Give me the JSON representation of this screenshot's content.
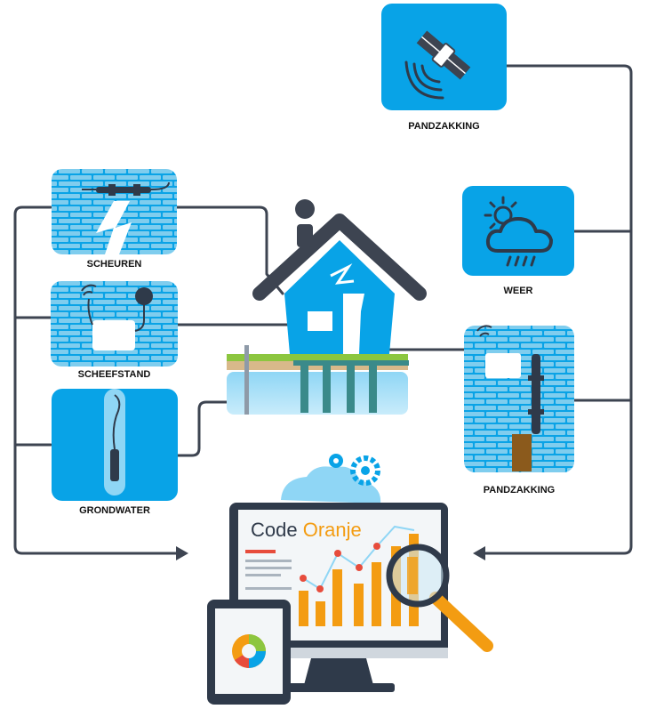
{
  "colors": {
    "accent": "#00a6ea",
    "connector": "#3d4451",
    "brick": "#7fcdee",
    "orange": "#f39c12",
    "dark": "#2f3a4a"
  },
  "nodes": {
    "satellite": {
      "label": "PANDZAKKING",
      "icon": "satellite-icon"
    },
    "crack": {
      "label": "SCHEUREN",
      "icon": "crack-sensor-icon"
    },
    "tilt": {
      "label": "SCHEEFSTAND",
      "icon": "tilt-sensor-icon"
    },
    "groundwater": {
      "label": "GRONDWATER",
      "icon": "groundwater-sensor-icon"
    },
    "weather": {
      "label": "WEER",
      "icon": "weather-icon"
    },
    "settlement": {
      "label": "PANDZAKKING",
      "icon": "settlement-sensor-icon"
    }
  },
  "center": {
    "icon": "house-icon"
  },
  "dashboard": {
    "brand_first": "Code",
    "brand_second": "Oranje",
    "icons": [
      "monitor-icon",
      "tablet-icon",
      "magnifier-icon",
      "gears-icon"
    ]
  }
}
